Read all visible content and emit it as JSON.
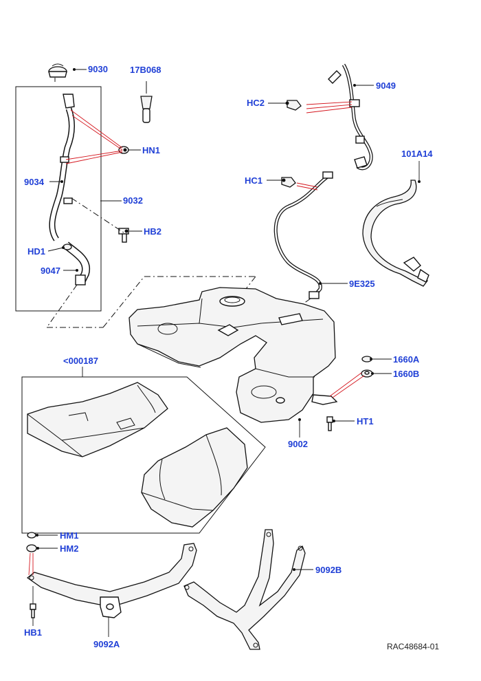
{
  "diagram": {
    "labels": {
      "p9030": "9030",
      "p17B068": "17B068",
      "p9049": "9049",
      "hc2": "HC2",
      "hn1": "HN1",
      "p101A14": "101A14",
      "p9034": "9034",
      "hc1": "HC1",
      "p9032": "9032",
      "hb2": "HB2",
      "hd1": "HD1",
      "p9047": "9047",
      "p9E325": "9E325",
      "p000187": "<000187",
      "p1660A": "1660A",
      "p1660B": "1660B",
      "ht1": "HT1",
      "p9002": "9002",
      "hm1": "HM1",
      "hm2": "HM2",
      "p9092B": "9092B",
      "hb1": "HB1",
      "p9092A": "9092A"
    },
    "reference_code": "RAC48684-01",
    "colors": {
      "callout": "#1f3fd6",
      "leader_red": "#d4141c",
      "line": "#111111"
    }
  }
}
